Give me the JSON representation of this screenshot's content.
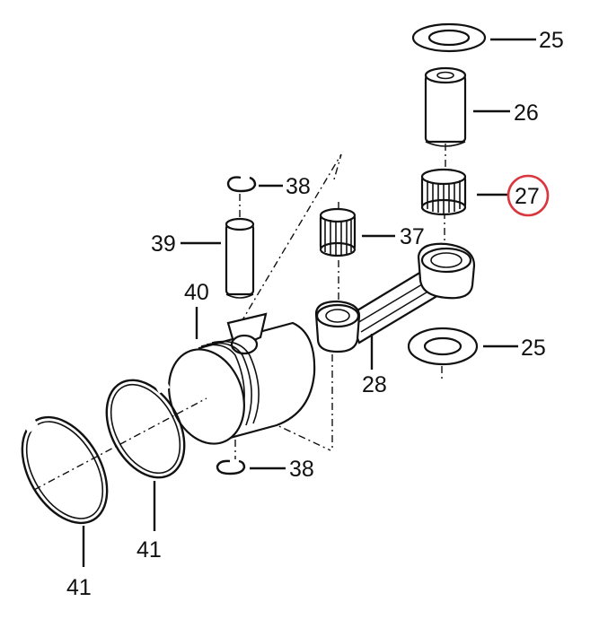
{
  "labels": {
    "washer_top": "25",
    "pin_top": "26",
    "bearing_top": "27",
    "clip_upper": "38",
    "bearing_small": "37",
    "piston_pin": "39",
    "piston": "40",
    "connecting_rod": "28",
    "washer_bottom": "25",
    "clip_lower": "38",
    "ring_inner": "41",
    "ring_outer": "41"
  },
  "highlight_color": "#d9363e",
  "highlighted_label": "27"
}
